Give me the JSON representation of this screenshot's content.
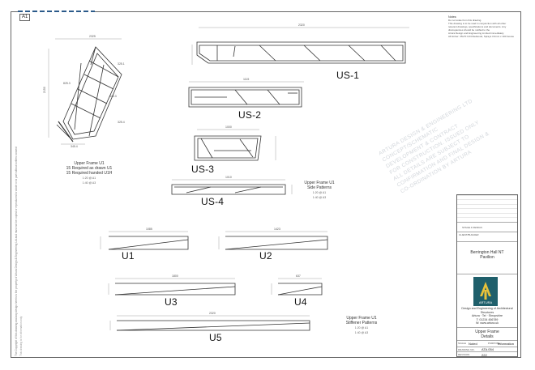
{
  "sheet": {
    "tag": "A1",
    "side_strip_text": "The Copyright of this drawing and any design herein is the property of Artura Design & Engineering Ltd and must not be copied or reproduced in whole or in part without written consent",
    "side_strip_text2": "This drawing is for information only"
  },
  "notes": {
    "heading": "Notes:",
    "lines": [
      "Do not scale from this drawing.",
      "This drawing is to be read in conjunction with all other",
      "relevant drawings, specifications and documents. Any",
      "discrepancies should be notified to the",
      "Artura Design and Engineering Limited immediately.",
      "",
      "All timber: 45x70 C24 Redwood, Sprays 3.0mm x 100 Goose"
    ]
  },
  "drawings": {
    "us1": {
      "label": "US-1",
      "dim": "2320"
    },
    "us2": {
      "label": "US-2",
      "dim": "1115"
    },
    "us3": {
      "label": "US-3",
      "dim": "1000"
    },
    "us4": {
      "label": "US-4",
      "dim": "1010"
    },
    "u1": {
      "label": "U1",
      "dim": "1085"
    },
    "u2": {
      "label": "U2",
      "dim": "1423"
    },
    "u3": {
      "label": "U3",
      "dim": "1800"
    },
    "u4": {
      "label": "U4",
      "dim": "637"
    },
    "u5": {
      "label": "U5",
      "dim": "2320"
    },
    "iso_dims": [
      "2325",
      "2150",
      "825.3",
      "325.1",
      "325.3",
      "325.4",
      "345.4"
    ]
  },
  "captions": {
    "upper_frame_u1": {
      "line1": "Upper Frame U1",
      "line2": "15 Required as drawn U1",
      "line3": "15 Required handed U1H",
      "scale1": "1:20 @ A1",
      "scale2": "1:40 @ A3"
    },
    "side_patterns": {
      "line1": "Upper Frame U1",
      "line2": "Side Patterns",
      "scale1": "1:20 @ A1",
      "scale2": "1:40 @ A3"
    },
    "stiffener_patterns": {
      "line1": "Upper Frame U1",
      "line2": "Stiffener Patterns",
      "scale1": "1:20 @ A1",
      "scale2": "1:40 @ A3"
    }
  },
  "watermark": [
    "ARTURA DESIGN & ENGINEERING LTD",
    "CONCEPT/SCHEMATIC",
    "DEVELOPMENT & CONTRACT",
    "FOR CONSTRUCTION. ISSUED ONLY",
    "ALL DETAILS ARE SUBJECT TO",
    "CONFIRMATION AND FINAL DESIGN &",
    "CO-ORDINATION BY ARTURA"
  ],
  "title_block": {
    "status": "STAGE 4 DESIGN",
    "client_line": "CLIENT/BUILDER",
    "project_line1": "Berrington Hall NT",
    "project_line2": "Pavilion",
    "company_desc": "Design and Engineering of Architectural Structures",
    "company_addr": "Artura · Tel · Shropshire",
    "company_tel": "T: 01234 456789",
    "company_web": "W: www.artura.uk",
    "drawing_title1": "Upper Frame",
    "drawing_title2": "Details",
    "scale_label": "SCALE",
    "scale_value": "Noted",
    "purpose_label": "PURPOSE",
    "purpose_value": "Information",
    "drg_no_label": "DRAWING NO.",
    "drg_no_value": "ATA.054",
    "rev_label": "REVISION",
    "rev_value": "222",
    "logo_text": "ARTURA"
  }
}
